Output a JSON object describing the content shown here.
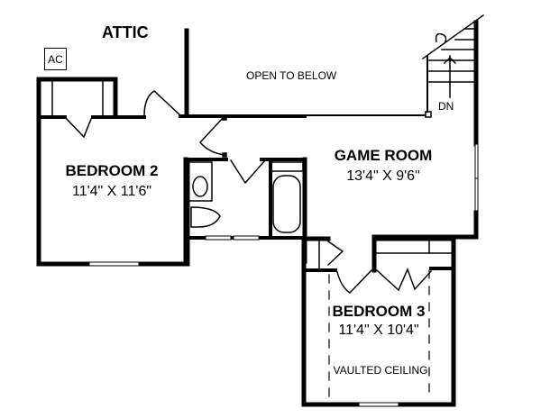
{
  "plan": {
    "attic_label": "ATTIC",
    "ac_label": "AC",
    "open_to_below_label": "OPEN TO BELOW",
    "stairs_label": "DN",
    "rooms": [
      {
        "name": "BEDROOM 2",
        "dimensions": "11'4\" X 11'6\""
      },
      {
        "name": "GAME ROOM",
        "dimensions": "13'4\" X 9'6\""
      },
      {
        "name": "BEDROOM 3",
        "dimensions": "11'4\" X 10'4\"",
        "note": "VAULTED CEILING"
      }
    ],
    "colors": {
      "line": "#000000",
      "background": "#ffffff"
    }
  }
}
